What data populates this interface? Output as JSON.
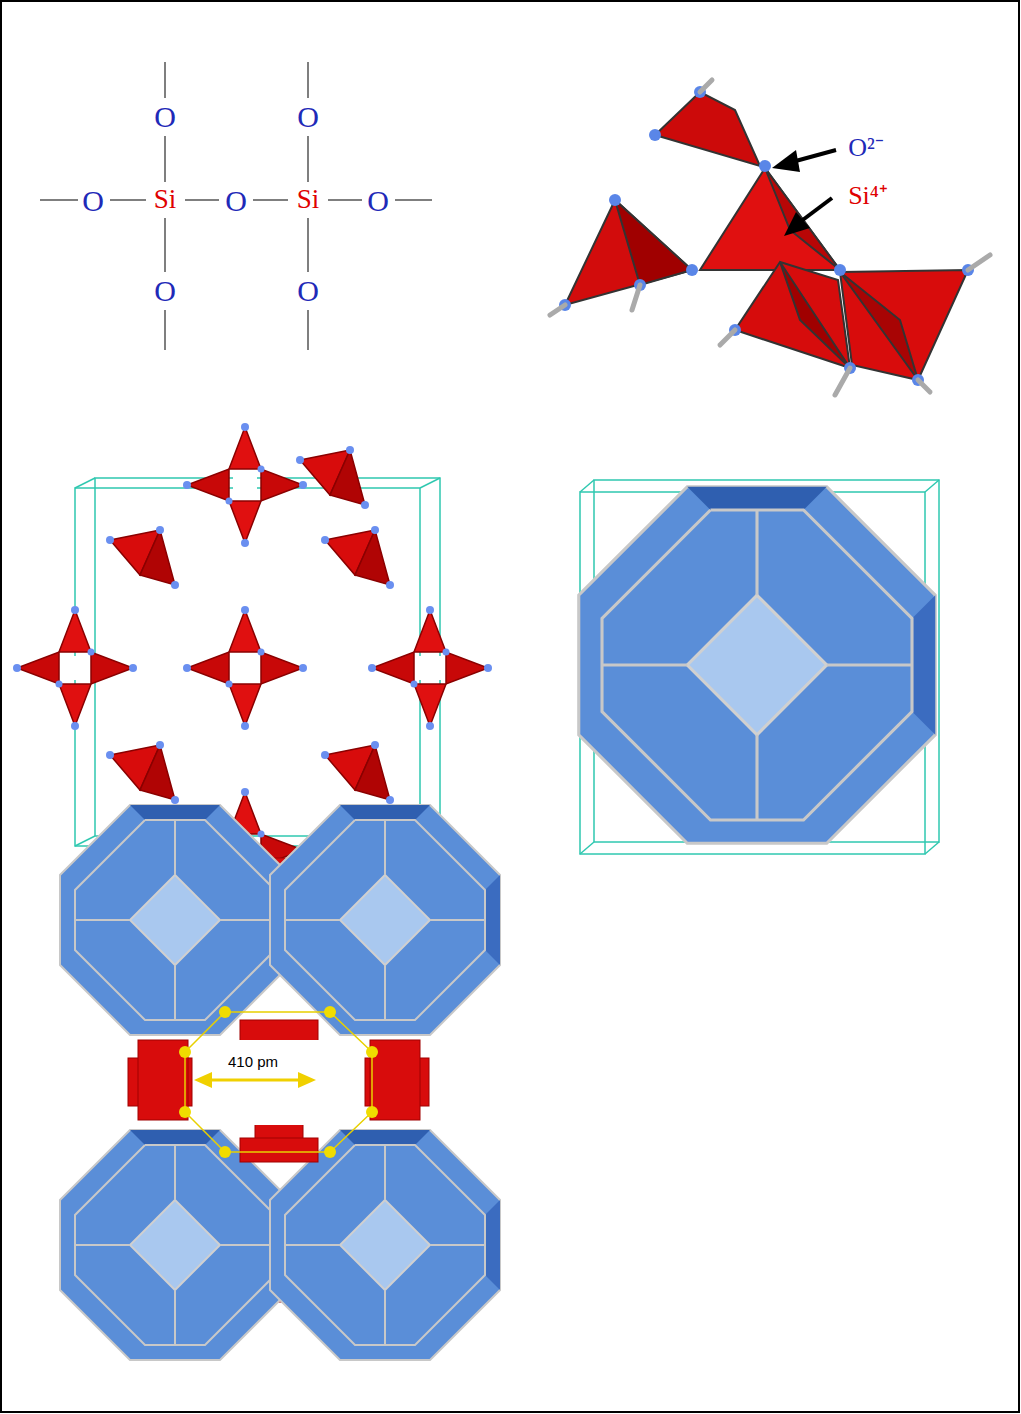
{
  "diagram": {
    "labels": [
      "O",
      "O",
      "O",
      "Si",
      "O",
      "Si",
      "O",
      "O",
      "O",
      "O²⁻",
      "Si⁴⁺",
      "410 pm"
    ]
  }
}
